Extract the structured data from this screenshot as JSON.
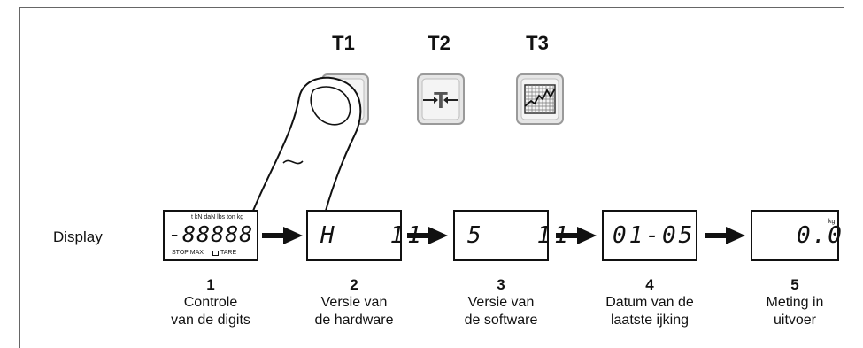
{
  "keys": [
    {
      "label": "T1",
      "icon": "power-button-icon"
    },
    {
      "label": "T2",
      "icon": "tare-icon"
    },
    {
      "label": "T3",
      "icon": "graph-icon"
    }
  ],
  "tare_glyph": "T",
  "display_label": "Display",
  "lcd": {
    "units_row": "t kN daN lbs ton kg",
    "all_digits": "-88888",
    "status_row": "STOP MAX",
    "tare_word": "TARE",
    "hw": "H   11",
    "sw": "5   11",
    "date": "01-05",
    "reading": "0.0",
    "reading_unit": "kg"
  },
  "steps": [
    {
      "num": "1",
      "line1": "Controle",
      "line2": "van de digits"
    },
    {
      "num": "2",
      "line1": "Versie van",
      "line2": "de hardware"
    },
    {
      "num": "3",
      "line1": "Versie van",
      "line2": "de software"
    },
    {
      "num": "4",
      "line1": "Datum van de",
      "line2": "laatste ijking"
    },
    {
      "num": "5",
      "line1": "Meting in",
      "line2": "uitvoer"
    }
  ],
  "colors": {
    "line": "#111111",
    "key_face": "#e6e6e6",
    "key_edge": "#9a9a9a",
    "frame": "#666666"
  }
}
